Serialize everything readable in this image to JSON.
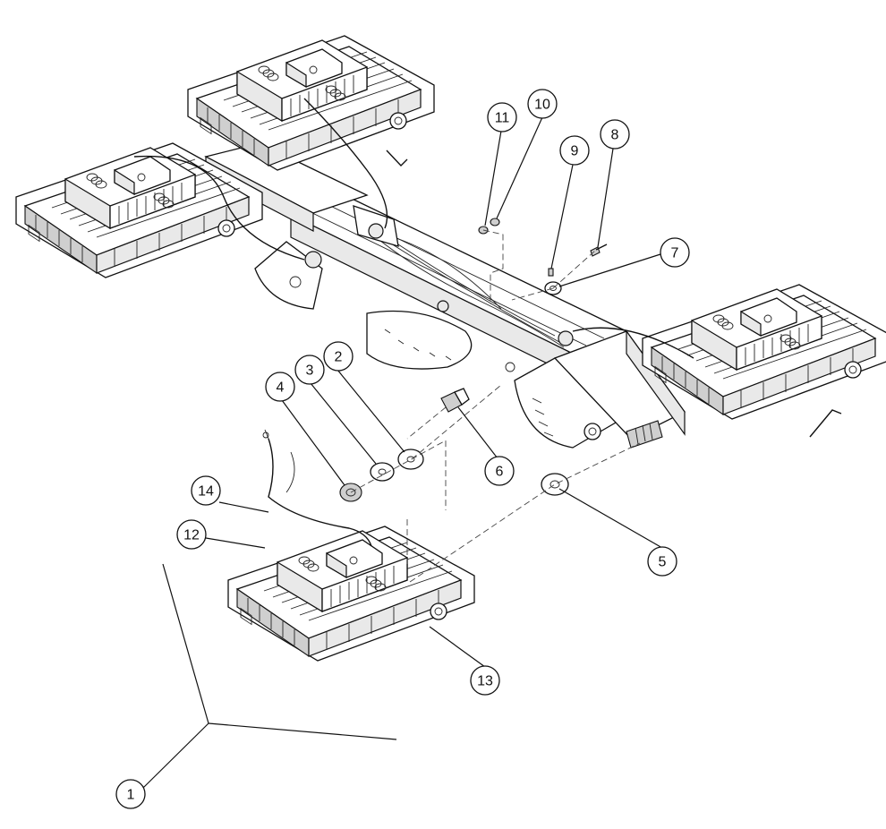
{
  "callouts": [
    {
      "id": "1",
      "label": "1"
    },
    {
      "id": "2",
      "label": "2"
    },
    {
      "id": "3",
      "label": "3"
    },
    {
      "id": "4",
      "label": "4"
    },
    {
      "id": "5",
      "label": "5"
    },
    {
      "id": "6",
      "label": "6"
    },
    {
      "id": "7",
      "label": "7"
    },
    {
      "id": "8",
      "label": "8"
    },
    {
      "id": "9",
      "label": "9"
    },
    {
      "id": "10",
      "label": "10"
    },
    {
      "id": "11",
      "label": "11"
    },
    {
      "id": "12",
      "label": "12"
    },
    {
      "id": "13",
      "label": "13"
    },
    {
      "id": "14",
      "label": "14"
    }
  ],
  "colors": {
    "line": "#111111",
    "background": "#ffffff",
    "shade": "#e9e9e9"
  }
}
